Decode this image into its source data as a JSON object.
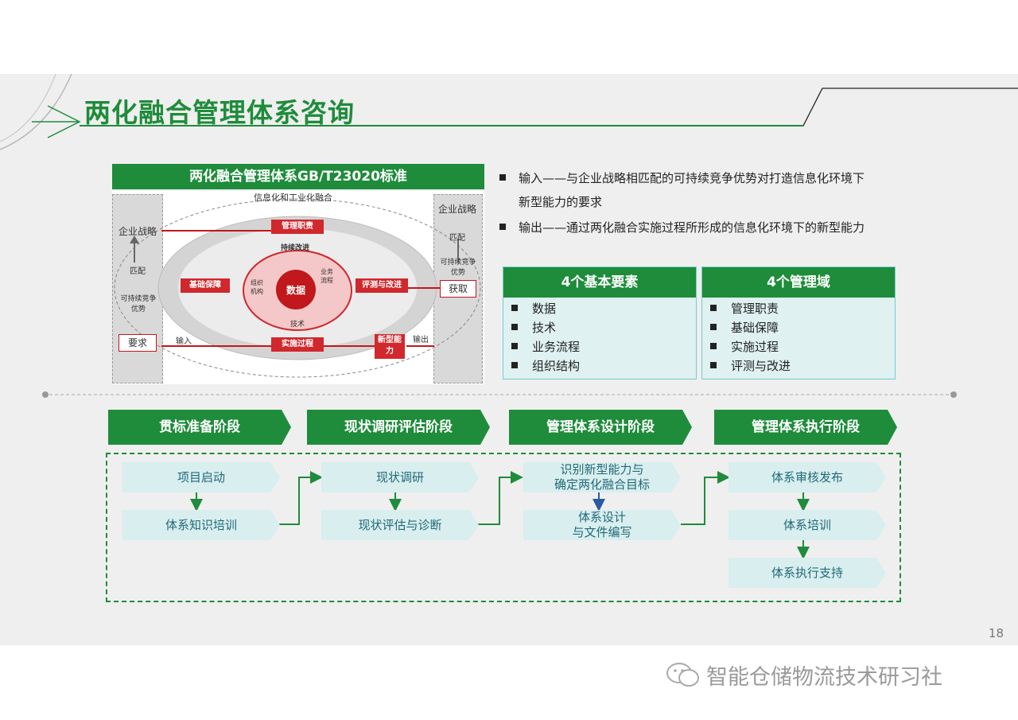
{
  "slide": {
    "title": "两化融合管理体系咨询",
    "page_number": "18"
  },
  "standard": {
    "header": "两化融合管理体系GB/T23020标准",
    "diagram": {
      "top_label": "信息化和工业化融合",
      "left_top": "企业战略",
      "left_mid": "匹配",
      "left_bottom": "可持续竞争优势",
      "left_box": "要求",
      "right_top": "企业战略",
      "right_mid": "匹配",
      "right_bottom": "可持续竞争优势",
      "right_box": "获取",
      "node_top": "管理职责",
      "node_left": "基础保障",
      "node_right": "评测与改进",
      "node_bottom": "实施过程",
      "node_output": "新型能力",
      "center": "数据",
      "ring_top": "持续改进",
      "ring_left": "组织机构",
      "ring_right": "业务流程",
      "ring_bottom": "技术",
      "input_label": "输入",
      "output_label": "输出"
    }
  },
  "bullets": [
    {
      "line1": "输入——与企业战略相匹配的可持续竞争优势对打造信息化环境下",
      "line2": "新型能力的要求"
    },
    {
      "line1": "输出——通过两化融合实施过程所形成的信息化环境下的新型能力",
      "line2": ""
    }
  ],
  "elements_box": {
    "header": "4个基本要素",
    "items": [
      "数据",
      "技术",
      "业务流程",
      "组织结构"
    ]
  },
  "domains_box": {
    "header": "4个管理域",
    "items": [
      "管理职责",
      "基础保障",
      "实施过程",
      "评测与改进"
    ]
  },
  "phases": [
    {
      "label": "贯标准备阶段",
      "steps": [
        "项目启动",
        "体系知识培训"
      ]
    },
    {
      "label": "现状调研评估阶段",
      "steps": [
        "现状调研",
        "现状评估与诊断"
      ]
    },
    {
      "label": "管理体系设计阶段",
      "steps": [
        "识别新型能力与\n确定两化融合目标",
        "体系设计\n与文件编写"
      ]
    },
    {
      "label": "管理体系执行阶段",
      "steps": [
        "体系审核发布",
        "体系培训",
        "体系执行支持"
      ]
    }
  ],
  "watermark": "智能仓储物流技术研习社",
  "colors": {
    "accent": "#1e8c3a",
    "step_bg": "#d9eeee",
    "step_text": "#1f6a7a",
    "diagram_red": "#d0282c"
  }
}
